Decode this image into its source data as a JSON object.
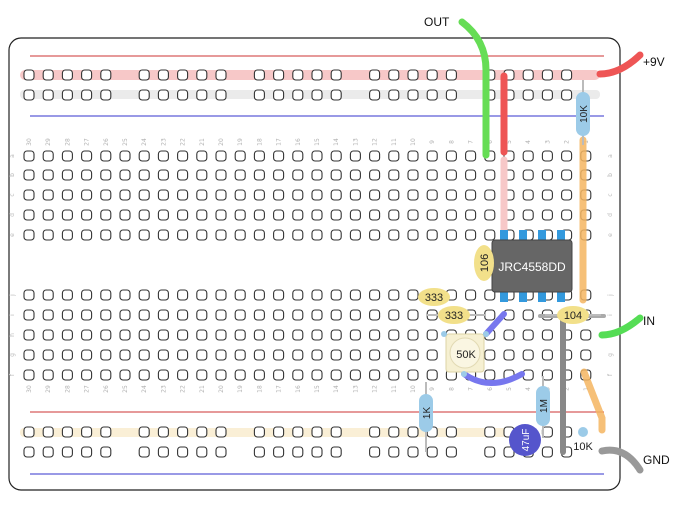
{
  "labels": {
    "out": "OUT",
    "v9": "+9V",
    "in": "IN",
    "gnd": "GND"
  },
  "ic": {
    "label": "JRC4558DD"
  },
  "components": {
    "r_10k_top": "10K",
    "cap_106": "106",
    "cap_333_a": "333",
    "cap_333_b": "333",
    "cap_104": "104",
    "pot_50k": "50K",
    "r_1k": "1K",
    "r_1m": "1M",
    "cap_47uf": "47uF",
    "r_10k_bottom": "10K"
  },
  "columns": [
    "30",
    "29",
    "28",
    "27",
    "26",
    "25",
    "24",
    "23",
    "22",
    "21",
    "20",
    "19",
    "18",
    "17",
    "16",
    "15",
    "14",
    "13",
    "12",
    "11",
    "10",
    "9",
    "8",
    "7",
    "6",
    "5",
    "4",
    "3",
    "2",
    "1"
  ],
  "rows_top": [
    "a",
    "b",
    "c",
    "d",
    "e"
  ],
  "rows_bottom": [
    "f",
    "g",
    "h",
    "i",
    "j"
  ],
  "colors": {
    "wire_out": "#66dd55",
    "wire_9v": "#ee5555",
    "wire_in": "#55dd55",
    "wire_gnd": "#999999",
    "wire_blue": "#7777ee",
    "wire_orange": "#f5b560",
    "wire_gray": "#888888",
    "rail_red": "#cc3333",
    "rail_blue": "#3333cc",
    "ic_body": "#666666",
    "ceramic_cap": "#f2e08a",
    "resistor": "#9ccbe8",
    "electrolytic": "#5555cc"
  }
}
